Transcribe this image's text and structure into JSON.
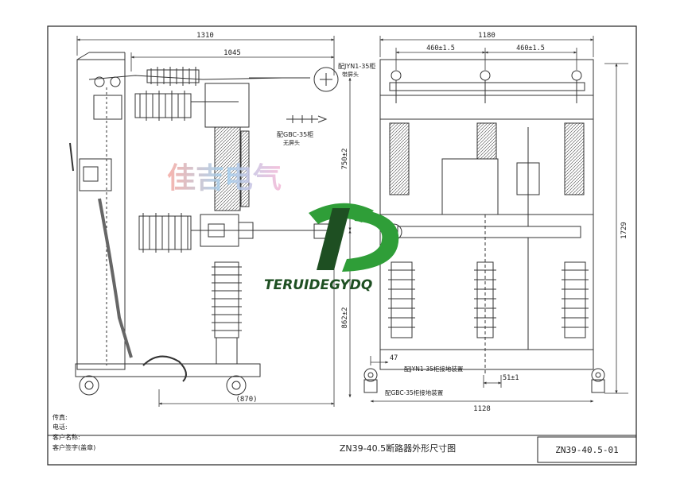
{
  "left_view": {
    "dim_top_overall": "1310",
    "dim_top_inner": "1045",
    "dim_bottom": "(870)",
    "dim_right_upper": "750±2",
    "dim_right_lower": "862±2",
    "note_upper": "配JYN1-35柜",
    "note_upper_sub": "带屏头",
    "note_middle": "配GBC-35柜",
    "note_middle_sub": "无屏头"
  },
  "right_view": {
    "dim_top_overall": "1180",
    "dim_top_left_pitch": "460±1.5",
    "dim_top_right_pitch": "460±1.5",
    "dim_height": "1729",
    "dim_bottom_width": "1128",
    "dim_47": "47",
    "dim_51": "51±1",
    "note_jyn": "配JYN1-35柜接地装置",
    "note_gbc": "配GBC-35柜接地装置"
  },
  "watermark": {
    "chinese": "佳吉电气",
    "brand": "TERUIDEGYDQ",
    "green": "#2f9e38",
    "dark": "#1e4f22"
  },
  "title_block": {
    "field_fax": "传真:",
    "field_phone": "电话:",
    "field_customer": "客户名称:",
    "field_signature": "客户签字(盖章)",
    "drawing_title": "ZN39-40.5断路器外形尺寸图",
    "drawing_number": "ZN39-40.5-01"
  }
}
